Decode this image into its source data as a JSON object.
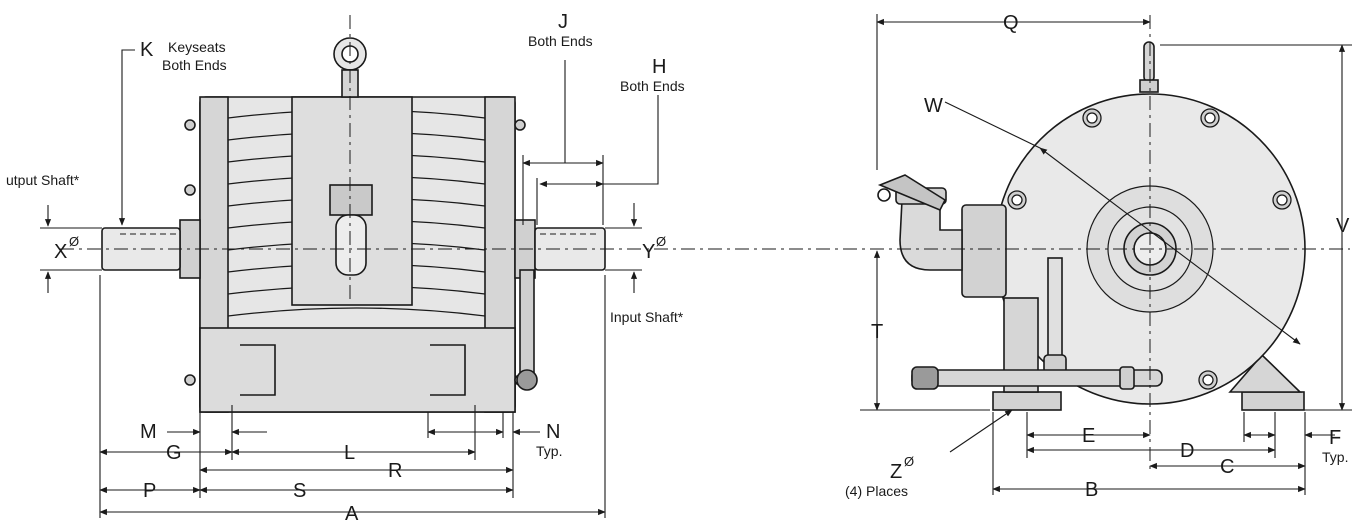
{
  "labels": {
    "k": "K",
    "keyseats_l1": "Keyseats",
    "keyseats_l2": "Both Ends",
    "j": "J",
    "j_note": "Both Ends",
    "h": "H",
    "h_note": "Both Ends",
    "output_shaft": "utput Shaft*",
    "input_shaft": "Input Shaft*",
    "x": "X",
    "y": "Y",
    "diam": "Ø",
    "m": "M",
    "g": "G",
    "l": "L",
    "n": "N",
    "n_note": "Typ.",
    "r": "R",
    "p": "P",
    "s": "S",
    "a": "A",
    "q": "Q",
    "w": "W",
    "v": "V",
    "t": "T",
    "e": "E",
    "d": "D",
    "f": "F",
    "f_note": "Typ.",
    "c": "C",
    "b": "B",
    "z": "Z",
    "z_note": "(4) Places"
  },
  "colors": {
    "ink": "#1a1a1a",
    "body_fill": "#e6e6e6",
    "shade": "#c9c9c9",
    "dark": "#8a8a8a"
  }
}
